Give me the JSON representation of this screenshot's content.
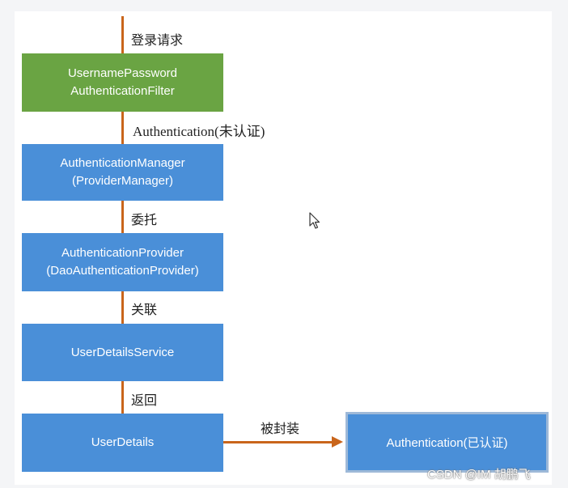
{
  "flow": {
    "request_label": "登录请求",
    "filter_line1": "UsernamePassword",
    "filter_line2": "AuthenticationFilter",
    "unauth_label": "Authentication(未认证)",
    "manager_line1": "AuthenticationManager",
    "manager_line2": "(ProviderManager)",
    "delegate_label": "委托",
    "provider_line1": "AuthenticationProvider",
    "provider_line2": "(DaoAuthenticationProvider)",
    "assoc_label": "关联",
    "uds_label": "UserDetailsService",
    "return_label": "返回",
    "ud_label": "UserDetails",
    "wrapped_label": "被封装",
    "authed_label": "Authentication(已认证)"
  },
  "watermark": "CSDN @IM 胡鹏飞",
  "colors": {
    "filter_box": "#6aa443",
    "flow_box": "#4a8fd8",
    "connector": "#c9651b"
  },
  "icons": {
    "cursor": "mouse-pointer-icon"
  }
}
